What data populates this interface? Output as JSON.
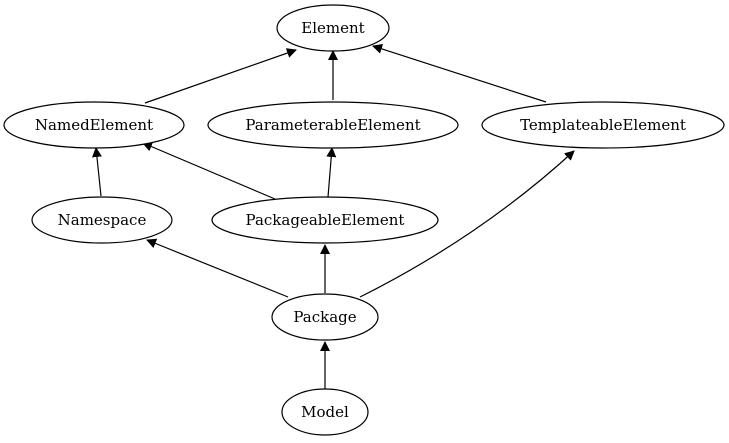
{
  "diagram": {
    "nodes": {
      "element": "Element",
      "named_element": "NamedElement",
      "parameterable_element": "ParameterableElement",
      "templateable_element": "TemplateableElement",
      "namespace": "Namespace",
      "packageable_element": "PackageableElement",
      "package": "Package",
      "model": "Model"
    },
    "edges": [
      {
        "from": "named_element",
        "to": "element"
      },
      {
        "from": "parameterable_element",
        "to": "element"
      },
      {
        "from": "templateable_element",
        "to": "element"
      },
      {
        "from": "namespace",
        "to": "named_element"
      },
      {
        "from": "packageable_element",
        "to": "named_element"
      },
      {
        "from": "packageable_element",
        "to": "parameterable_element"
      },
      {
        "from": "package",
        "to": "namespace"
      },
      {
        "from": "package",
        "to": "packageable_element"
      },
      {
        "from": "package",
        "to": "templateable_element"
      },
      {
        "from": "model",
        "to": "package"
      }
    ]
  }
}
